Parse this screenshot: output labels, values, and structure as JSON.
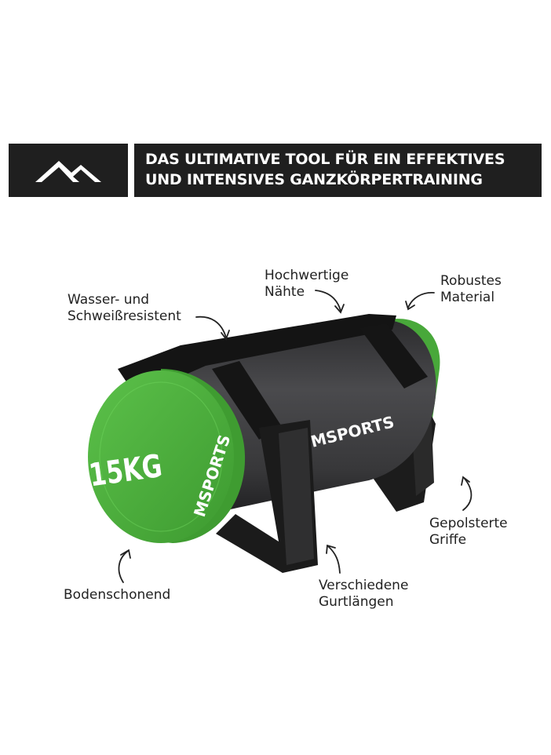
{
  "banner": {
    "title_line1": "DAS ULTIMATIVE TOOL FÜR EIN EFFEKTIVES",
    "title_line2": "UND INTENSIVES GANZKÖRPERTRAINING"
  },
  "product": {
    "weight_label": "15KG",
    "brand": "MSPORTS",
    "accent_color": "#4cae3c",
    "body_color": "#3a3a3c"
  },
  "callouts": {
    "water": [
      "Wasser- und",
      "Schweißresistent"
    ],
    "seams": [
      "Hochwertige",
      "Nähte"
    ],
    "material": [
      "Robustes",
      "Material"
    ],
    "grips": [
      "Gepolsterte",
      "Griffe"
    ],
    "floor": [
      "Bodenschonend"
    ],
    "straps": [
      "Verschiedene",
      "Gurtlängen"
    ]
  }
}
